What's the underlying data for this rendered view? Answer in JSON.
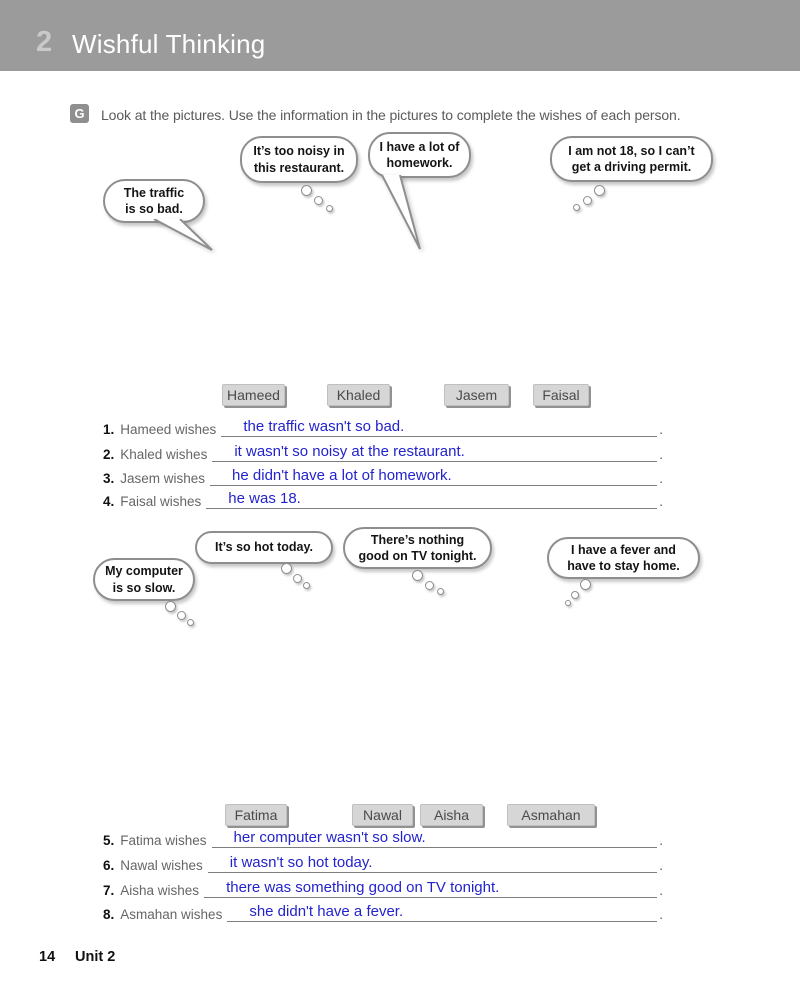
{
  "header": {
    "unit_number": "2",
    "title": "Wishful Thinking"
  },
  "exercise": {
    "letter": "G",
    "instruction": "Look at the pictures. Use the information in the pictures to complete the wishes of each person."
  },
  "marks": {
    "end_period": "."
  },
  "colors": {
    "header_gray": "#9b9b9b",
    "answer_blue": "#2323cd",
    "button_gray": "#d6d6d6",
    "bubble_border_gray": "#8e8e8e"
  },
  "group1": {
    "bubbles": [
      {
        "text": "The traffic\nis so bad.",
        "style": "speech"
      },
      {
        "text": "It’s too noisy in\nthis restaurant.",
        "style": "thought"
      },
      {
        "text": "I have a lot of\nhomework.",
        "style": "speech"
      },
      {
        "text": "I am not 18, so I can’t\nget a driving permit.",
        "style": "thought"
      }
    ],
    "names": [
      "Hameed",
      "Khaled",
      "Jasem",
      "Faisal"
    ],
    "items": [
      {
        "num": "1.",
        "label": "Hameed  wishes",
        "answer": "the traffic wasn't so bad."
      },
      {
        "num": "2.",
        "label": "Khaled  wishes",
        "answer": "it wasn't so noisy at the restaurant."
      },
      {
        "num": "3.",
        "label": "Jasem  wishes",
        "answer": "he didn't have a lot of homework."
      },
      {
        "num": "4.",
        "label": "Faisal  wishes",
        "answer": "he was 18."
      }
    ]
  },
  "group2": {
    "bubbles": [
      {
        "text": "My computer\nis so slow.",
        "style": "thought"
      },
      {
        "text": "It’s so hot today.",
        "style": "thought"
      },
      {
        "text": "There’s nothing\ngood on TV tonight.",
        "style": "thought"
      },
      {
        "text": "I have a fever and\nhave to stay home.",
        "style": "thought"
      }
    ],
    "names": [
      "Fatima",
      "Nawal",
      "Aisha",
      "Asmahan"
    ],
    "items": [
      {
        "num": "5.",
        "label": "Fatima wishes",
        "answer": "her computer wasn't so slow."
      },
      {
        "num": "6.",
        "label": "Nawal wishes",
        "answer": "it wasn't so hot today."
      },
      {
        "num": "7.",
        "label": "Aisha wishes",
        "answer": "there was something good on TV tonight."
      },
      {
        "num": "8.",
        "label": "Asmahan  wishes",
        "answer": "she didn't have a fever."
      }
    ]
  },
  "footer": {
    "page_number": "14",
    "unit_label": "Unit 2"
  }
}
